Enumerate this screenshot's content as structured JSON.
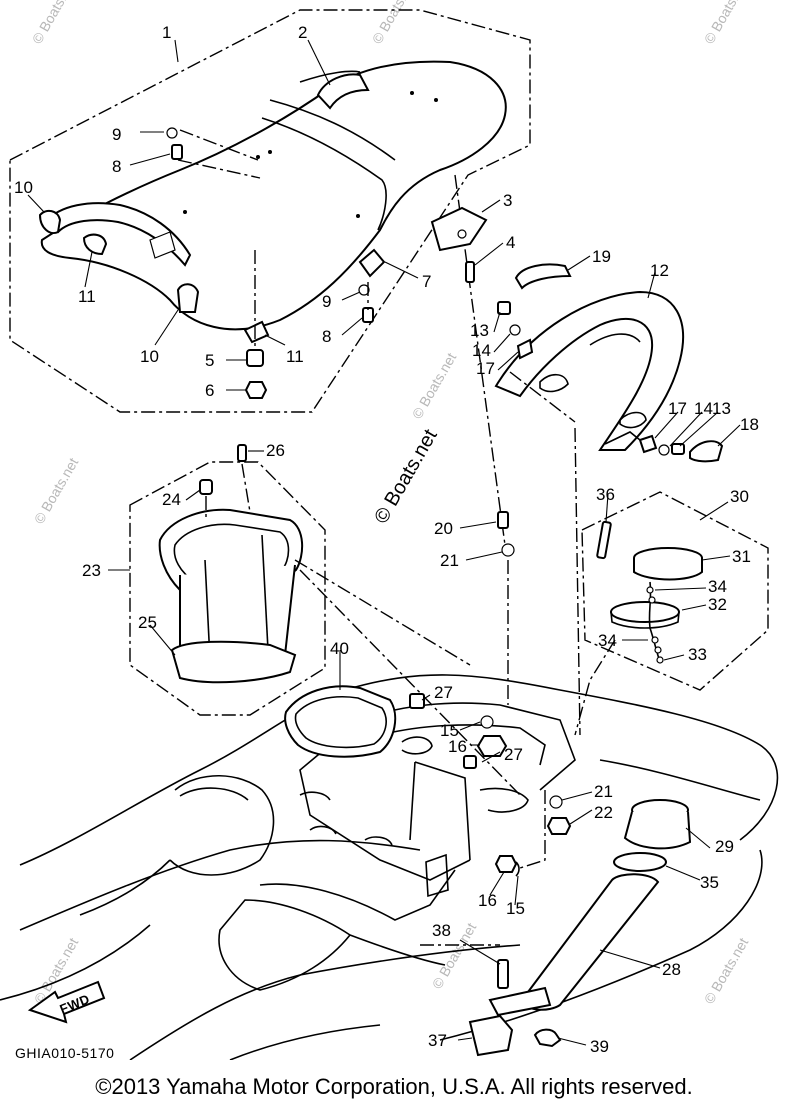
{
  "diagram": {
    "drawing_code": "GHIA010-5170",
    "direction_label": "FWD",
    "watermark": "© Boats.net",
    "callouts": [
      "1",
      "2",
      "3",
      "4",
      "5",
      "6",
      "7",
      "8",
      "9",
      "10",
      "11",
      "12",
      "13",
      "14",
      "15",
      "16",
      "17",
      "18",
      "19",
      "20",
      "21",
      "22",
      "23",
      "24",
      "25",
      "26",
      "27",
      "28",
      "29",
      "30",
      "31",
      "32",
      "33",
      "34",
      "35",
      "36",
      "37",
      "38",
      "39",
      "40"
    ]
  },
  "footer": {
    "copyright": "©2013 Yamaha Motor Corporation, U.S.A. All rights reserved."
  }
}
